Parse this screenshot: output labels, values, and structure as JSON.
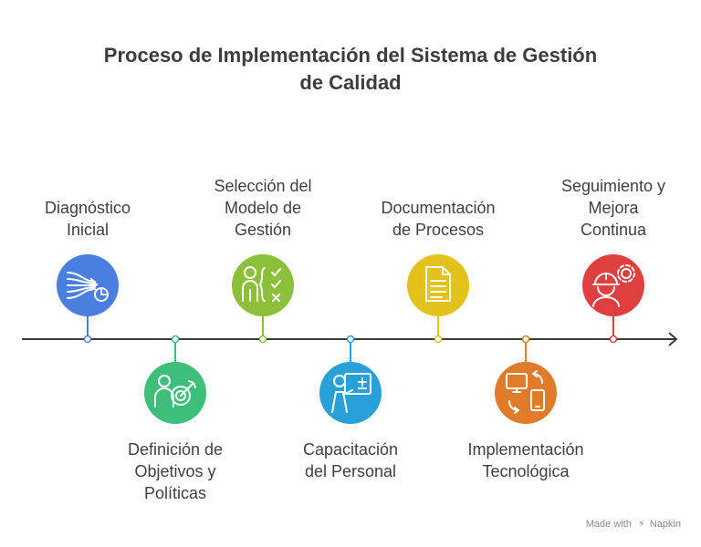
{
  "title": {
    "line1": "Proceso de Implementación del Sistema de Gestión",
    "line2": "de Calidad"
  },
  "steps": [
    {
      "lines": [
        "Diagnóstico",
        "Inicial"
      ],
      "color": "#4a7fe0",
      "icon": "flow-chart-icon"
    },
    {
      "lines": [
        "Definición de",
        "Objetivos y",
        "Políticas"
      ],
      "color": "#3dbf7b",
      "icon": "target-person-icon"
    },
    {
      "lines": [
        "Selección del",
        "Modelo de",
        "Gestión"
      ],
      "color": "#8cbf3a",
      "icon": "checklist-person-icon"
    },
    {
      "lines": [
        "Capacitación",
        "del Personal"
      ],
      "color": "#2aa0d8",
      "icon": "teacher-board-icon"
    },
    {
      "lines": [
        "Documentación",
        "de Procesos"
      ],
      "color": "#e3c21d",
      "icon": "document-icon"
    },
    {
      "lines": [
        "Implementación",
        "Tecnológica"
      ],
      "color": "#e07b2a",
      "icon": "devices-sync-icon"
    },
    {
      "lines": [
        "Seguimiento y",
        "Mejora",
        "Continua"
      ],
      "color": "#df3f3f",
      "icon": "engineer-gear-icon"
    }
  ],
  "footer": {
    "made_with": "Made with",
    "brand": "Napkin"
  }
}
